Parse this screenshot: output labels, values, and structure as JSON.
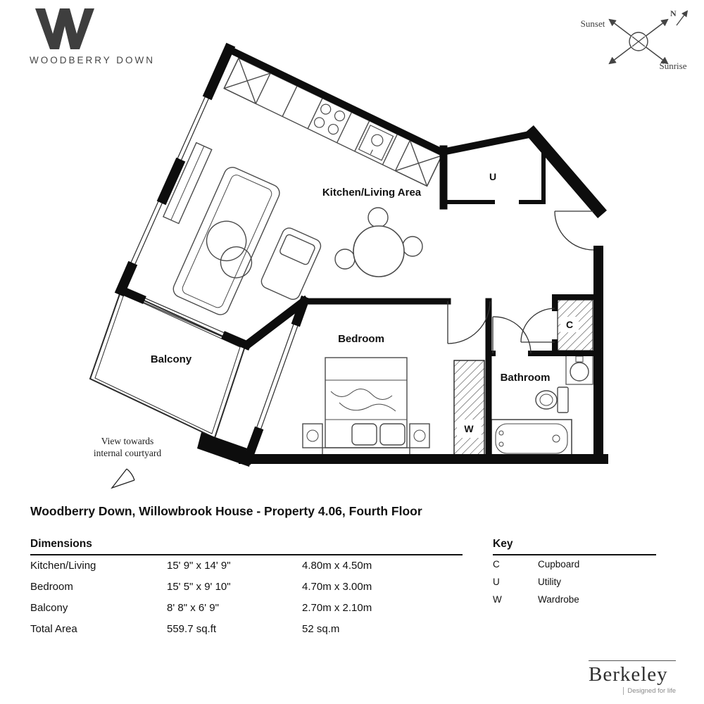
{
  "logo": {
    "brand": "WOODBERRY DOWN"
  },
  "compass": {
    "sunset": "Sunset",
    "sunrise": "Sunrise",
    "north": "N"
  },
  "plan": {
    "rooms": {
      "kitchen_living": "Kitchen/Living Area",
      "bedroom": "Bedroom",
      "balcony": "Balcony",
      "bathroom": "Bathroom",
      "utility": "U",
      "cupboard": "C",
      "wardrobe": "W"
    },
    "view_note_line1": "View towards",
    "view_note_line2": "internal courtyard"
  },
  "title": "Woodberry Down, Willowbrook House - Property 4.06, Fourth Floor",
  "dimensions": {
    "heading": "Dimensions",
    "rows": [
      {
        "name": "Kitchen/Living",
        "imperial": "15' 9\" x 14' 9\"",
        "metric": "4.80m x 4.50m"
      },
      {
        "name": "Bedroom",
        "imperial": "15' 5\" x 9' 10\"",
        "metric": "4.70m x 3.00m"
      },
      {
        "name": "Balcony",
        "imperial": "8' 8\" x 6' 9\"",
        "metric": "2.70m x 2.10m"
      },
      {
        "name": "Total Area",
        "imperial": "559.7 sq.ft",
        "metric": "52 sq.m"
      }
    ]
  },
  "key": {
    "heading": "Key",
    "rows": [
      {
        "symbol": "C",
        "label": "Cupboard"
      },
      {
        "symbol": "U",
        "label": "Utility"
      },
      {
        "symbol": "W",
        "label": "Wardrobe"
      }
    ]
  },
  "footer": {
    "brand": "Berkeley",
    "tagline": "Designed for life"
  },
  "colors": {
    "wall": "#0d0d0d",
    "furniture_line": "#4a4a4a",
    "text": "#111111"
  }
}
